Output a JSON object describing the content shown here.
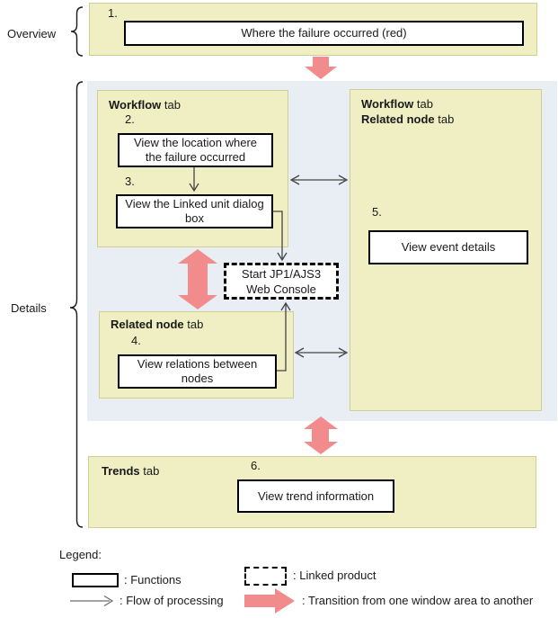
{
  "colors": {
    "panel_fill": "#EFEFC3",
    "panel_border": "#CFCF94",
    "details_fill": "#E9EDF4",
    "transition_pink": "#F28C8C",
    "arrow_stroke": "#444444",
    "box_border": "#000000"
  },
  "sections": {
    "overview_label": "Overview",
    "details_label": "Details"
  },
  "overview": {
    "step_no": "1.",
    "box_text": "Where the failure occurred (red)"
  },
  "workflow_panel": {
    "title_bold": "Workflow",
    "title_rest": " tab",
    "step2_no": "2.",
    "step2_lines": [
      "View the location where",
      "the failure occurred"
    ],
    "step3_no": "3.",
    "step3_lines": [
      "View the Linked unit dialog",
      "box"
    ]
  },
  "related_panel": {
    "title_bold": "Related node",
    "title_rest": " tab",
    "step4_no": "4.",
    "step4_lines": [
      "View relations between",
      "nodes"
    ]
  },
  "combined_panel": {
    "title1_bold": "Workflow",
    "title1_rest": " tab",
    "title2_bold": "Related node",
    "title2_rest": " tab",
    "step5_no": "5.",
    "step5_text": "View event details"
  },
  "linked_product_box": {
    "lines": [
      "Start JP1/AJS3",
      "Web Console"
    ]
  },
  "trends_panel": {
    "title_bold": "Trends",
    "title_rest": " tab",
    "step6_no": "6.",
    "step6_text": "View trend information"
  },
  "legend": {
    "title": "Legend:",
    "functions_label": ": Functions",
    "flow_label": ": Flow of processing",
    "linked_label": ": Linked product",
    "transition_label": ": Transition from one window area to another"
  }
}
